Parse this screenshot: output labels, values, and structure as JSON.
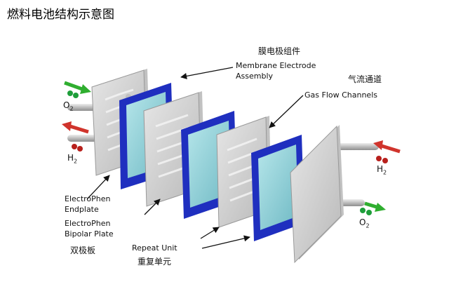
{
  "title": "燃料电池结构示意图",
  "labels": {
    "mea_cn": "膜电极组件",
    "mea_en_1": "Membrane Electrode",
    "mea_en_2": "Assembly",
    "gas_flow_cn": "气流通道",
    "gas_flow_en": "Gas Flow Channels",
    "endplate_1": "ElectroPhen",
    "endplate_2": "Endplate",
    "bipolar_1": "ElectroPhen",
    "bipolar_2": "Bipolar Plate",
    "bipolar_cn": "双极板",
    "repeat_en": "Repeat Unit",
    "repeat_cn": "重复单元"
  },
  "gases": {
    "o2_left": {
      "sym": "O",
      "sub": "2"
    },
    "h2_left": {
      "sym": "H",
      "sub": "2"
    },
    "h2_right": {
      "sym": "H",
      "sub": "2"
    },
    "o2_right": {
      "sym": "O",
      "sub": "2"
    }
  },
  "colors": {
    "mea_frame": "#1f2fbf",
    "mea_membrane": "#8fd1d8",
    "plate": "#d4d4d4",
    "arrow_green": "#2fae2f",
    "arrow_red": "#d0342c",
    "ball_green": "#1e9e3a",
    "ball_red": "#b8201c"
  }
}
